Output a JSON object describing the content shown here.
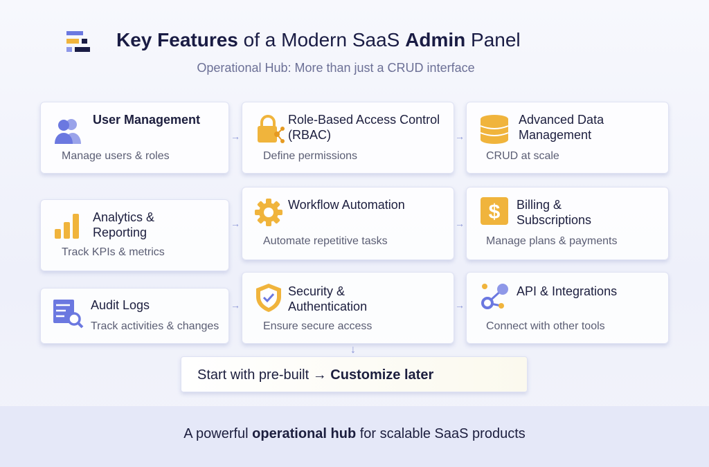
{
  "header": {
    "title_bold_1": "Key Features",
    "title_mid": " of a Modern SaaS ",
    "title_bold_2": "Admin",
    "title_end": " Panel",
    "subtitle": "Operational Hub: More than just a CRUD interface"
  },
  "cards": [
    {
      "title": "User Management",
      "desc": "Manage users & roles",
      "icon": "users-icon"
    },
    {
      "title": "Role-Based Access Control (RBAC)",
      "desc": "Define permissions",
      "icon": "lock-share-icon"
    },
    {
      "title": "Advanced Data Management",
      "desc": "CRUD at scale",
      "icon": "database-icon"
    },
    {
      "title": "Analytics & Reporting",
      "desc": "Track KPIs & metrics",
      "icon": "bar-chart-icon"
    },
    {
      "title": "Workflow Automation",
      "desc": "Automate repetitive tasks",
      "icon": "gear-icon"
    },
    {
      "title": "Billing & Subscriptions",
      "desc": "Manage plans & payments",
      "icon": "dollar-icon"
    },
    {
      "title": "Audit Logs",
      "desc": "Track activities & changes",
      "icon": "audit-search-icon"
    },
    {
      "title": "Security & Authentication",
      "desc": "Ensure secure access",
      "icon": "shield-check-icon"
    },
    {
      "title": "API & Integrations",
      "desc": "Connect with other tools",
      "icon": "api-nodes-icon"
    }
  ],
  "arrow": "→",
  "down_arrow": "↓",
  "cta": {
    "start": "Start with pre-built ",
    "arrow": "→ ",
    "bold": "Customize later"
  },
  "footer": {
    "pre": "A powerful ",
    "bold": "operational hub",
    "post": " for scalable SaaS products"
  },
  "colors": {
    "accent": "#6b78e0",
    "gold": "#f0b43c",
    "navy": "#1a1c44"
  }
}
